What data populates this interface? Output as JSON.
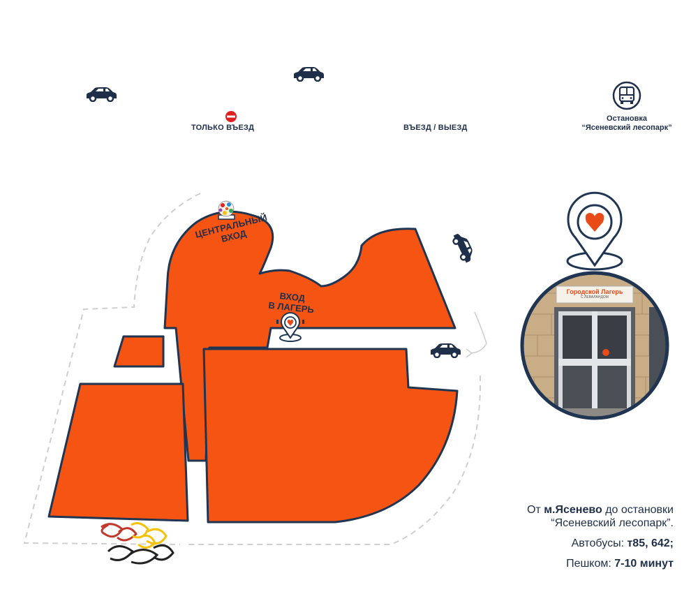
{
  "colors": {
    "building": "#f55413",
    "outline": "#1f3552",
    "navy": "#1f2f4a",
    "path": "#cfcfcf",
    "no_entry": "#e02020"
  },
  "icons": {
    "car": "car-icon",
    "bus": "bus-stop-icon",
    "no_entry": "no-entry-icon",
    "pin": "heart-pin-icon",
    "logo": "camp-logo-icon"
  },
  "labels": {
    "only_entry": "ТОЛЬКО ВЪЕЗД",
    "entry_exit": "ВЪЕЗД / ВЫЕЗД",
    "bus_stop_line1": "Остановка",
    "bus_stop_line2": "“Ясеневский лесопарк”",
    "central_entrance_line1": "ЦЕНТРАЛЬНЫЙ",
    "central_entrance_line2": "ВХОД",
    "camp_entrance_line1": "ВХОД",
    "camp_entrance_line2": "В ЛАГЕРЬ",
    "sign_text": "Городской Лагерь",
    "sign_subtext": "С ЛЕВАЛАНДОМ"
  },
  "info": {
    "line1_prefix": "От ",
    "line1_station": "м.Ясенево",
    "line1_suffix": " до остановки",
    "line2": "“Ясеневский лесопарк”.",
    "buses_label": "Автобусы: ",
    "buses_value": "т85, 642;",
    "walk_label": "Пешком: ",
    "walk_value": "7-10 минут"
  }
}
